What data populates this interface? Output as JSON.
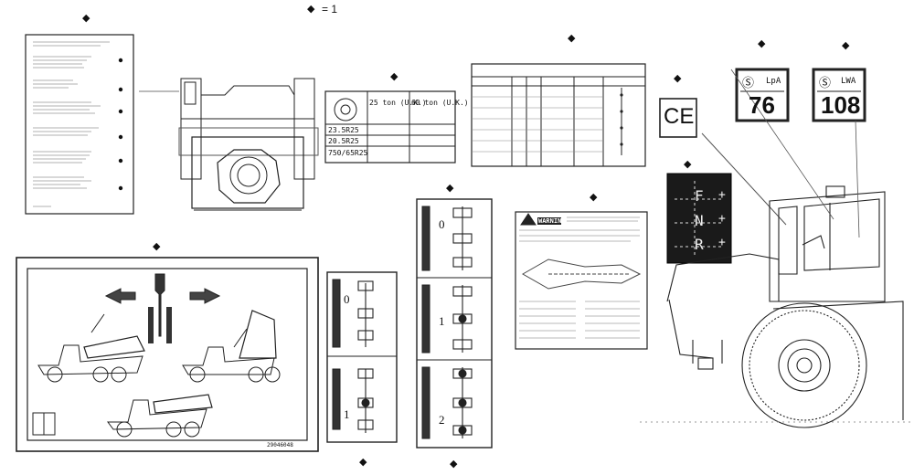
{
  "legend": {
    "symbol": "◆",
    "equals_text": "= 1"
  },
  "decal_marker": "◆",
  "noise_plates": [
    {
      "symbol": "Ⓢ",
      "unit": "LpA",
      "value": "76"
    },
    {
      "symbol": "Ⓢ",
      "unit": "LWA",
      "value": "108"
    }
  ],
  "ce_mark": "CE",
  "gear_plate": {
    "labels": [
      "F",
      "N",
      "R"
    ],
    "plus": "+"
  },
  "capacity_table": {
    "header": [
      "25 ton (U.K.)",
      "60 ton (U.K.)"
    ],
    "rows": [
      "23.5R25",
      "20.5R25",
      "750/65R25"
    ]
  },
  "warning_header": "WARNING",
  "diff_lock_top": [
    "0",
    "1",
    "2"
  ],
  "diff_lock_small": [
    "0",
    "1"
  ],
  "part_number": "29046048"
}
